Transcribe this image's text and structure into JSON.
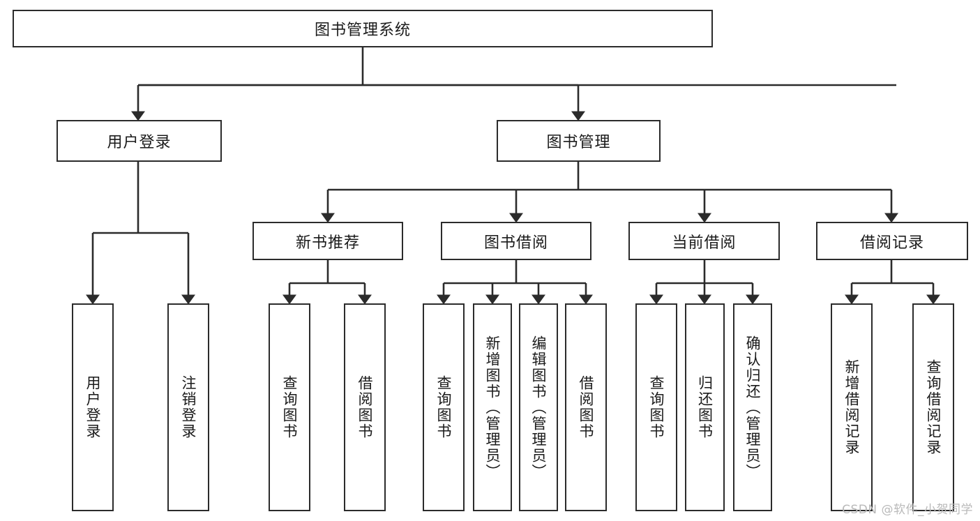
{
  "diagram": {
    "title": "图书管理系统",
    "type": "tree-hierarchy-chart",
    "watermark": "CSDN @软件_小贺同学",
    "colors": {
      "node_border": "#2b2b2b",
      "node_fill": "#ffffff",
      "edge": "#2b2b2b",
      "text": "#1a1a1a",
      "watermark": "#b9b9b9",
      "background": "#ffffff"
    },
    "levels": {
      "root": "图书管理系统",
      "level2": [
        "用户登录",
        "图书管理"
      ],
      "level3": [
        "新书推荐",
        "图书借阅",
        "当前借阅",
        "借阅记录"
      ]
    }
  },
  "nodes": {
    "root": {
      "label": "图书管理系统"
    },
    "user_login": {
      "label": "用户登录"
    },
    "book_manage": {
      "label": "图书管理"
    },
    "new_book_rec": {
      "label": "新书推荐"
    },
    "book_borrow": {
      "label": "图书借阅"
    },
    "current_borrow": {
      "label": "当前借阅"
    },
    "borrow_record": {
      "label": "借阅记录"
    },
    "leaf_user_login": {
      "label": "用户登录"
    },
    "leaf_logout": {
      "label": "注销登录"
    },
    "leaf_query_book_1": {
      "label": "查询图书"
    },
    "leaf_borrow_book_1": {
      "label": "借阅图书"
    },
    "leaf_query_book_2": {
      "label": "查询图书"
    },
    "leaf_add_book": {
      "label": "新增图书（管理员）"
    },
    "leaf_edit_book": {
      "label": "编辑图书（管理员）"
    },
    "leaf_borrow_book_2": {
      "label": "借阅图书"
    },
    "leaf_query_book_3": {
      "label": "查询图书"
    },
    "leaf_return_book": {
      "label": "归还图书"
    },
    "leaf_confirm_return": {
      "label": "确认归还（管理员）"
    },
    "leaf_add_record": {
      "label": "新增借阅记录"
    },
    "leaf_query_record": {
      "label": "查询借阅记录"
    }
  }
}
